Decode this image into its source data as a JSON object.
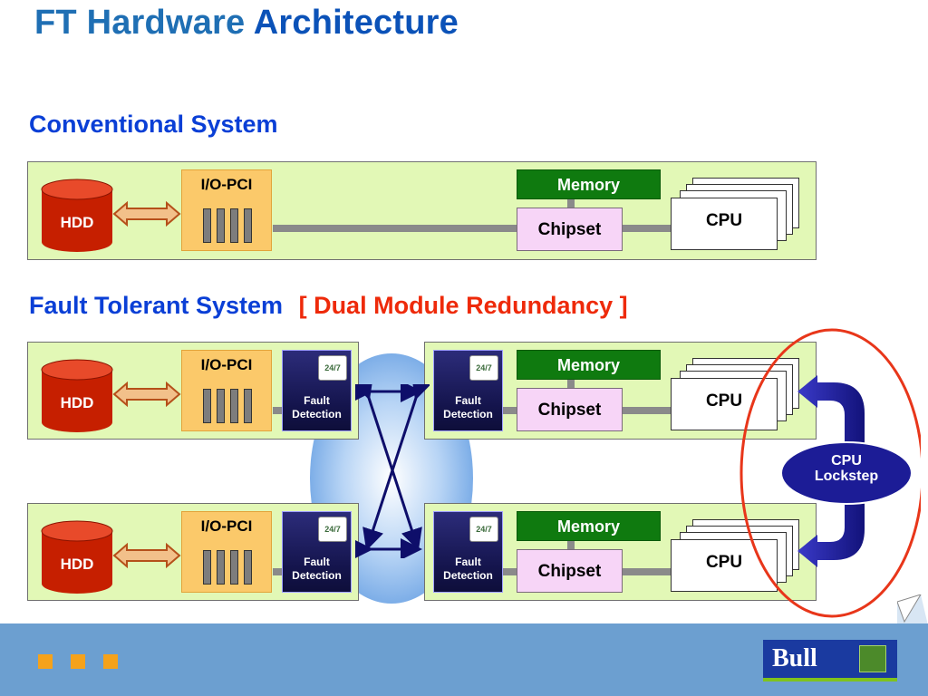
{
  "title": {
    "part1": "FT Hardware",
    "part2": "Architecture"
  },
  "sections": {
    "conventional": "Conventional System",
    "fault_tolerant": "Fault Tolerant System",
    "dmr": "[ Dual Module Redundancy ]"
  },
  "labels": {
    "hdd": "HDD",
    "io": "I/O-PCI",
    "memory": "Memory",
    "chipset": "Chipset",
    "cpu": "CPU",
    "fault_line1": "Fault",
    "fault_line2": "Detection",
    "badge": "24/7",
    "lockstep_line1": "CPU",
    "lockstep_line2": "Lockstep"
  },
  "logo": {
    "text": "Bull"
  },
  "colors": {
    "title": "#1f6fb4",
    "section": "#0a3fd6",
    "highlight": "#ee2a0a",
    "panel": "#e2f8b6",
    "memory": "#0f7a0f",
    "chipset": "#f7d5f7",
    "io": "#fbc96a",
    "hdd": "#cc2200",
    "fault_detection": "#14144c",
    "lockstep": "#1c1c96",
    "footer": "#6c9fd0",
    "footer_squares": "#f5a21b"
  },
  "icons": [
    "double-arrow-icon",
    "clock-badge-icon",
    "lockstep-arrow-icon",
    "bull-logo-icon"
  ]
}
